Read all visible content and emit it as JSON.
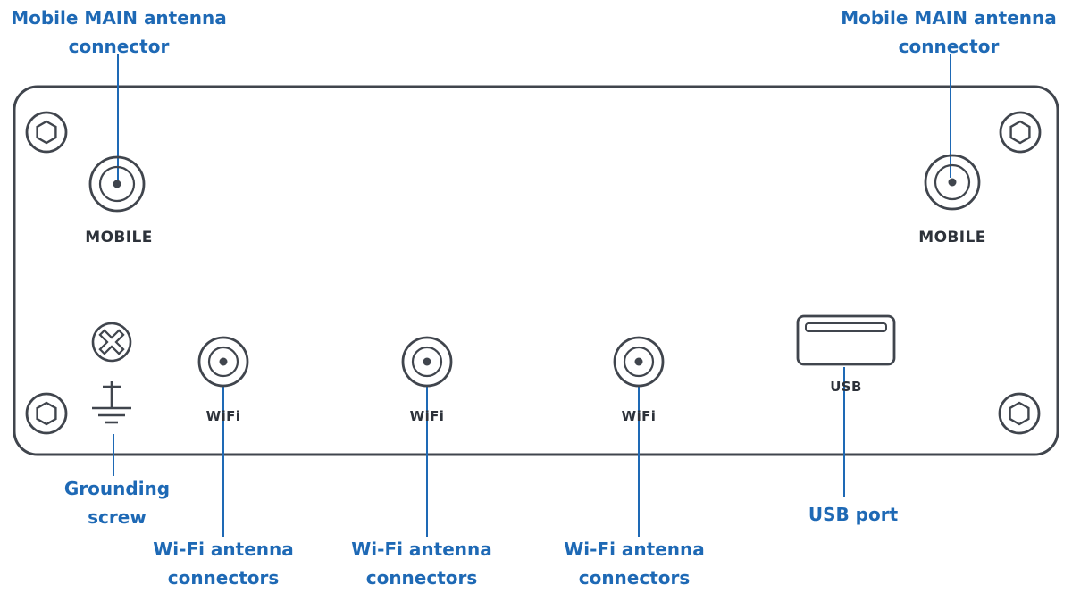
{
  "colors": {
    "callout_text": "#1e69b5",
    "leader_line": "#1e69b5",
    "device_outline": "#40454d",
    "port_label_text": "#2d323a"
  },
  "callouts": {
    "mobile_left": "Mobile MAIN antenna connector",
    "mobile_right": "Mobile MAIN antenna connector",
    "grounding": "Grounding screw",
    "wifi_1": "Wi-Fi antenna connectors",
    "wifi_2": "Wi-Fi antenna connectors",
    "wifi_3": "Wi-Fi antenna connectors",
    "usb": "USB port"
  },
  "port_labels": {
    "mobile_left": "MOBILE",
    "mobile_right": "MOBILE",
    "wifi_1": "WiFi",
    "wifi_2": "WiFi",
    "wifi_3": "WiFi",
    "usb": "USB"
  }
}
